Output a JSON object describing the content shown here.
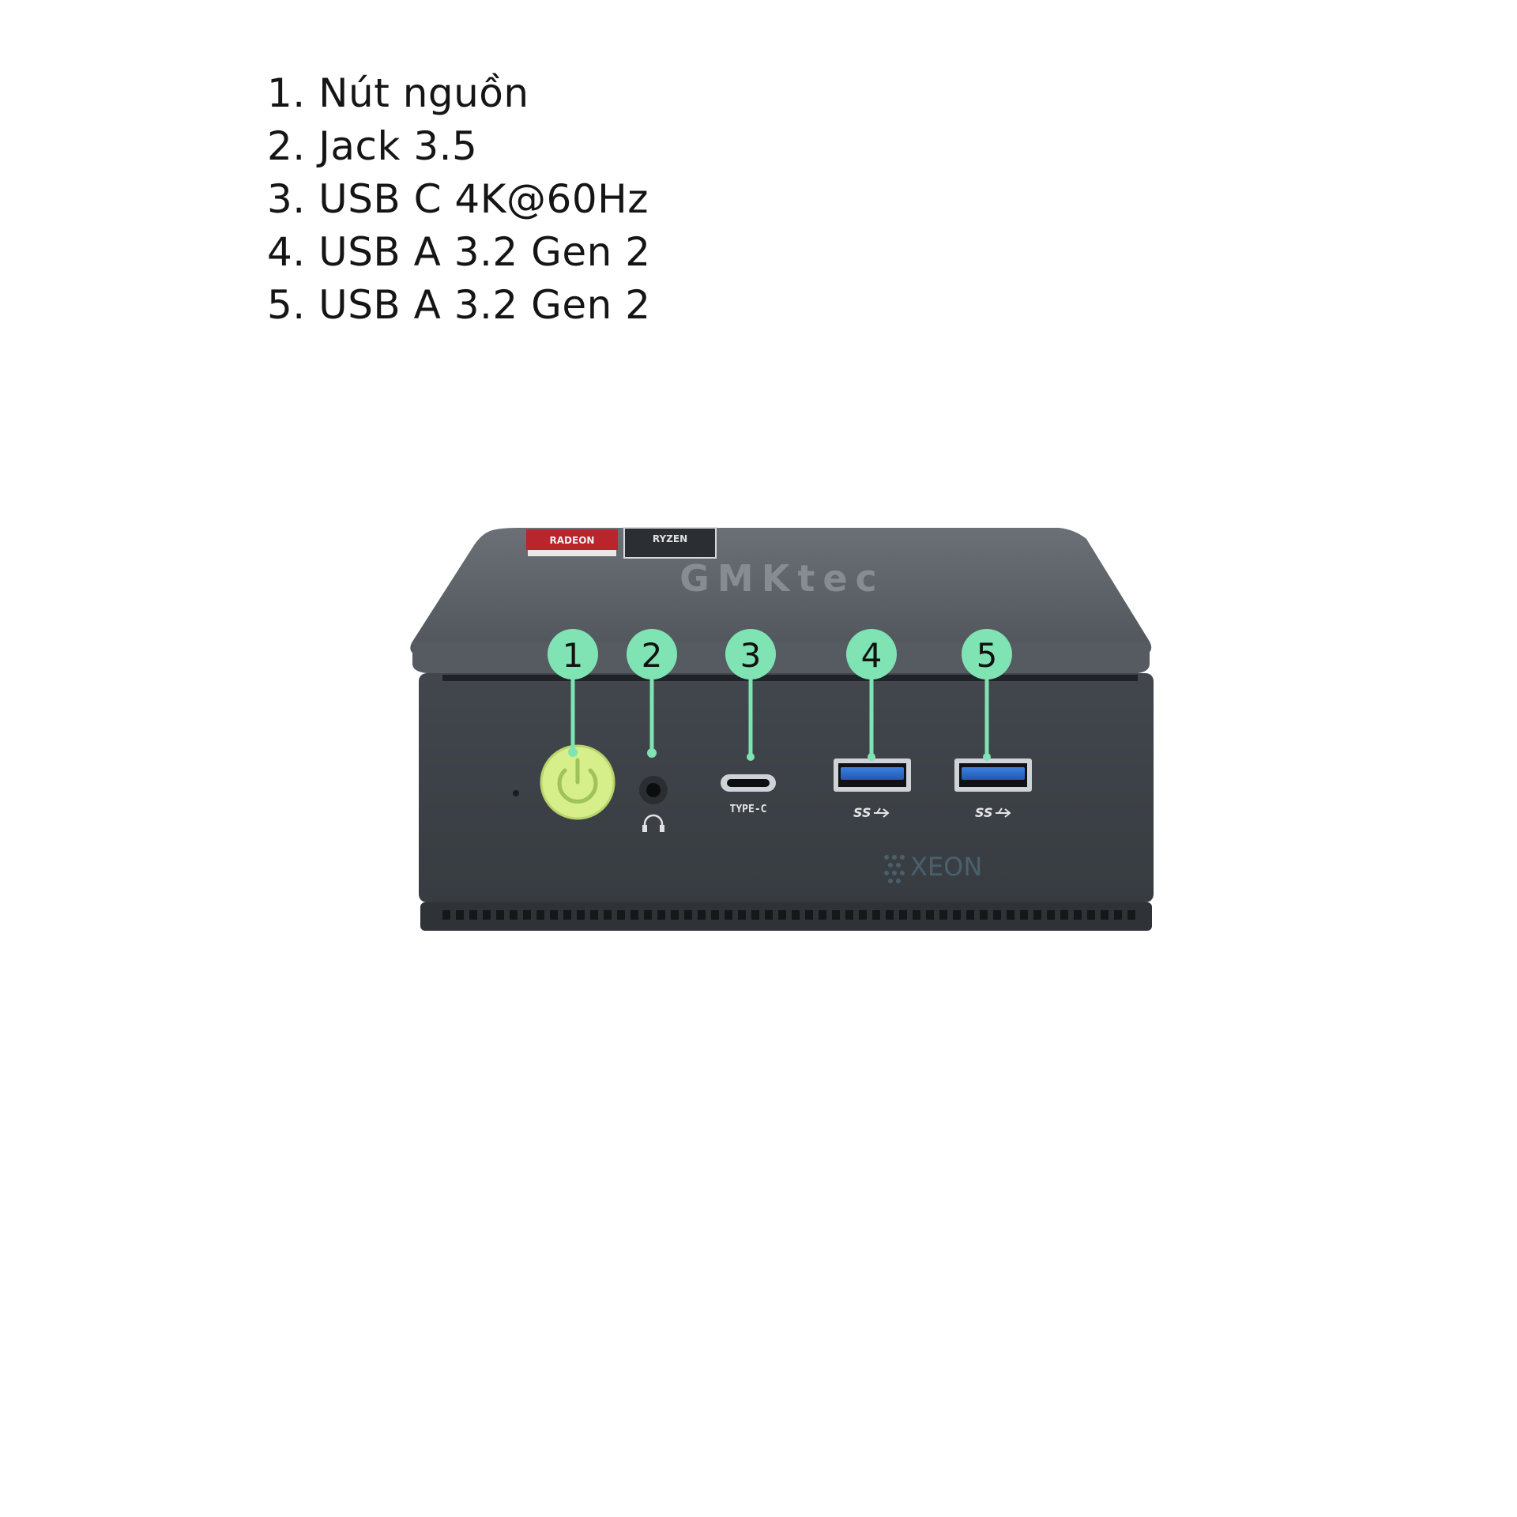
{
  "legend": {
    "items": [
      "1. Nút nguồn",
      "2. Jack 3.5",
      "3. USB C 4K@60Hz",
      "4. USB A 3.2 Gen 2",
      "5. USB A 3.2 Gen 2"
    ]
  },
  "device": {
    "brand_logo": "GMKtec",
    "stickers": [
      "RADEON",
      "RYZEN"
    ],
    "typec_label": "TYPE-C",
    "usb_labels": [
      "SS",
      "SS"
    ],
    "watermark": "XEON"
  },
  "callouts": [
    "1",
    "2",
    "3",
    "4",
    "5"
  ],
  "colors": {
    "callout_fill": "#7fe3b3",
    "callout_line": "#7fe3b3",
    "callout_text": "#111111",
    "power_button": "#d6ef8a",
    "usb_blue": "#2f6fd0",
    "chassis": "#3c4147",
    "chassis_top": "#585e64"
  }
}
